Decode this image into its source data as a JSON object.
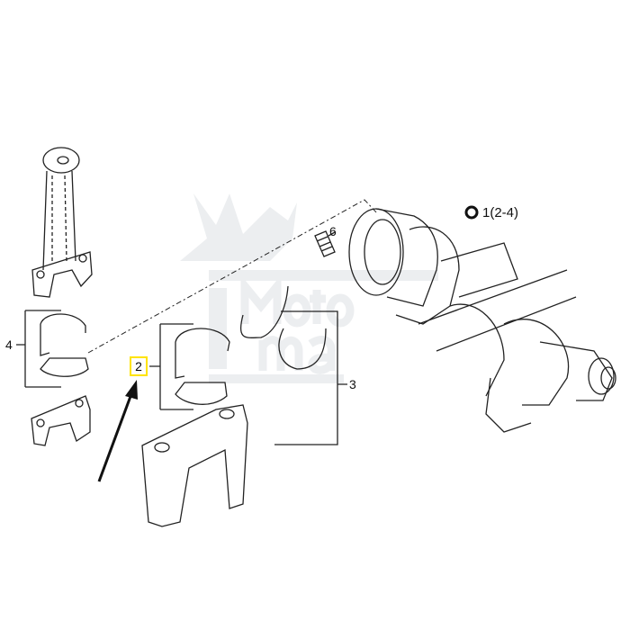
{
  "diagram": {
    "kit_marker": {
      "icon": "circle-outline-icon",
      "text": "1(2-4)"
    },
    "callouts": {
      "part2": "2",
      "part3": "3",
      "part4": "4",
      "part6": "6"
    },
    "highlight_color": "#ffe400",
    "watermark": {
      "line1": "Motor",
      "line2": "mart"
    }
  }
}
